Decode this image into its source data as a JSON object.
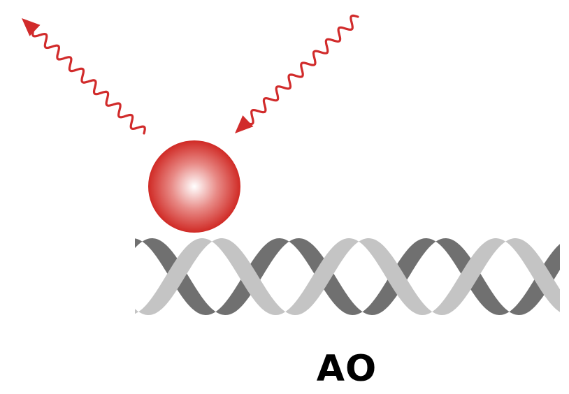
{
  "diagram": {
    "label": "AO",
    "colors": {
      "arrow": "#d12b2b",
      "particle_center": "#ffffff",
      "particle_mid": "#e88a86",
      "particle_edge": "#d02a25",
      "strand_dark": "#707070",
      "strand_light": "#c4c4c4"
    },
    "elements": [
      {
        "name": "incident-light-arrow",
        "icon": "wavy-arrow-down-left"
      },
      {
        "name": "scattered-light-arrow",
        "icon": "wavy-arrow-up-left"
      },
      {
        "name": "nanoparticle",
        "icon": "red-sphere"
      },
      {
        "name": "dna-double-helix",
        "icon": "double-helix"
      }
    ]
  }
}
